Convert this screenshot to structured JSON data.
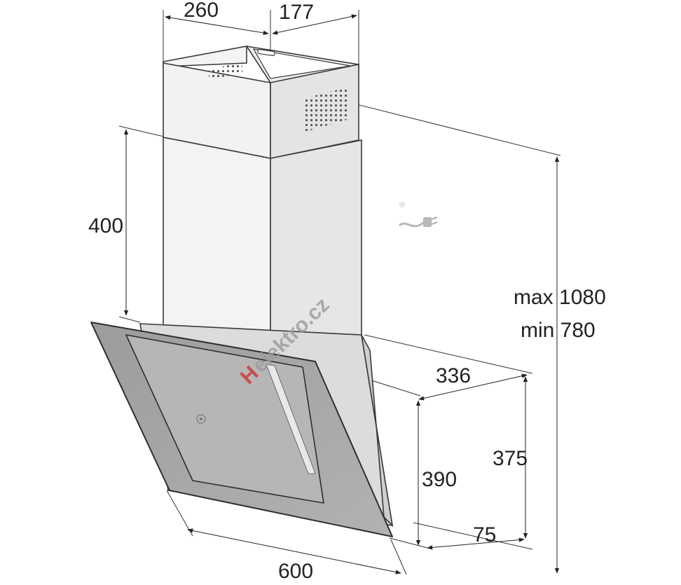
{
  "dimensions": {
    "chimney_width": "260",
    "chimney_depth": "177",
    "chimney_lower": "400",
    "height_max": "max 1080",
    "height_min": "min 780",
    "canopy_depth": "336",
    "front_height": "375",
    "canopy_height": "390",
    "offset": "75",
    "width": "600"
  },
  "watermark": {
    "text": "elektro.cz",
    "color_red": "#d22a2a",
    "color_gray": "#9a9a9a"
  },
  "colors": {
    "line": "#333333",
    "body_light": "#f0f0f0",
    "body_mid": "#e2e2e2",
    "glass": "#a6a6a6",
    "glass_inner": "#b4b4b4"
  },
  "icons": [
    "arrow-icon",
    "vent-grille-icon",
    "brand-logo-icon",
    "plug-icon"
  ]
}
